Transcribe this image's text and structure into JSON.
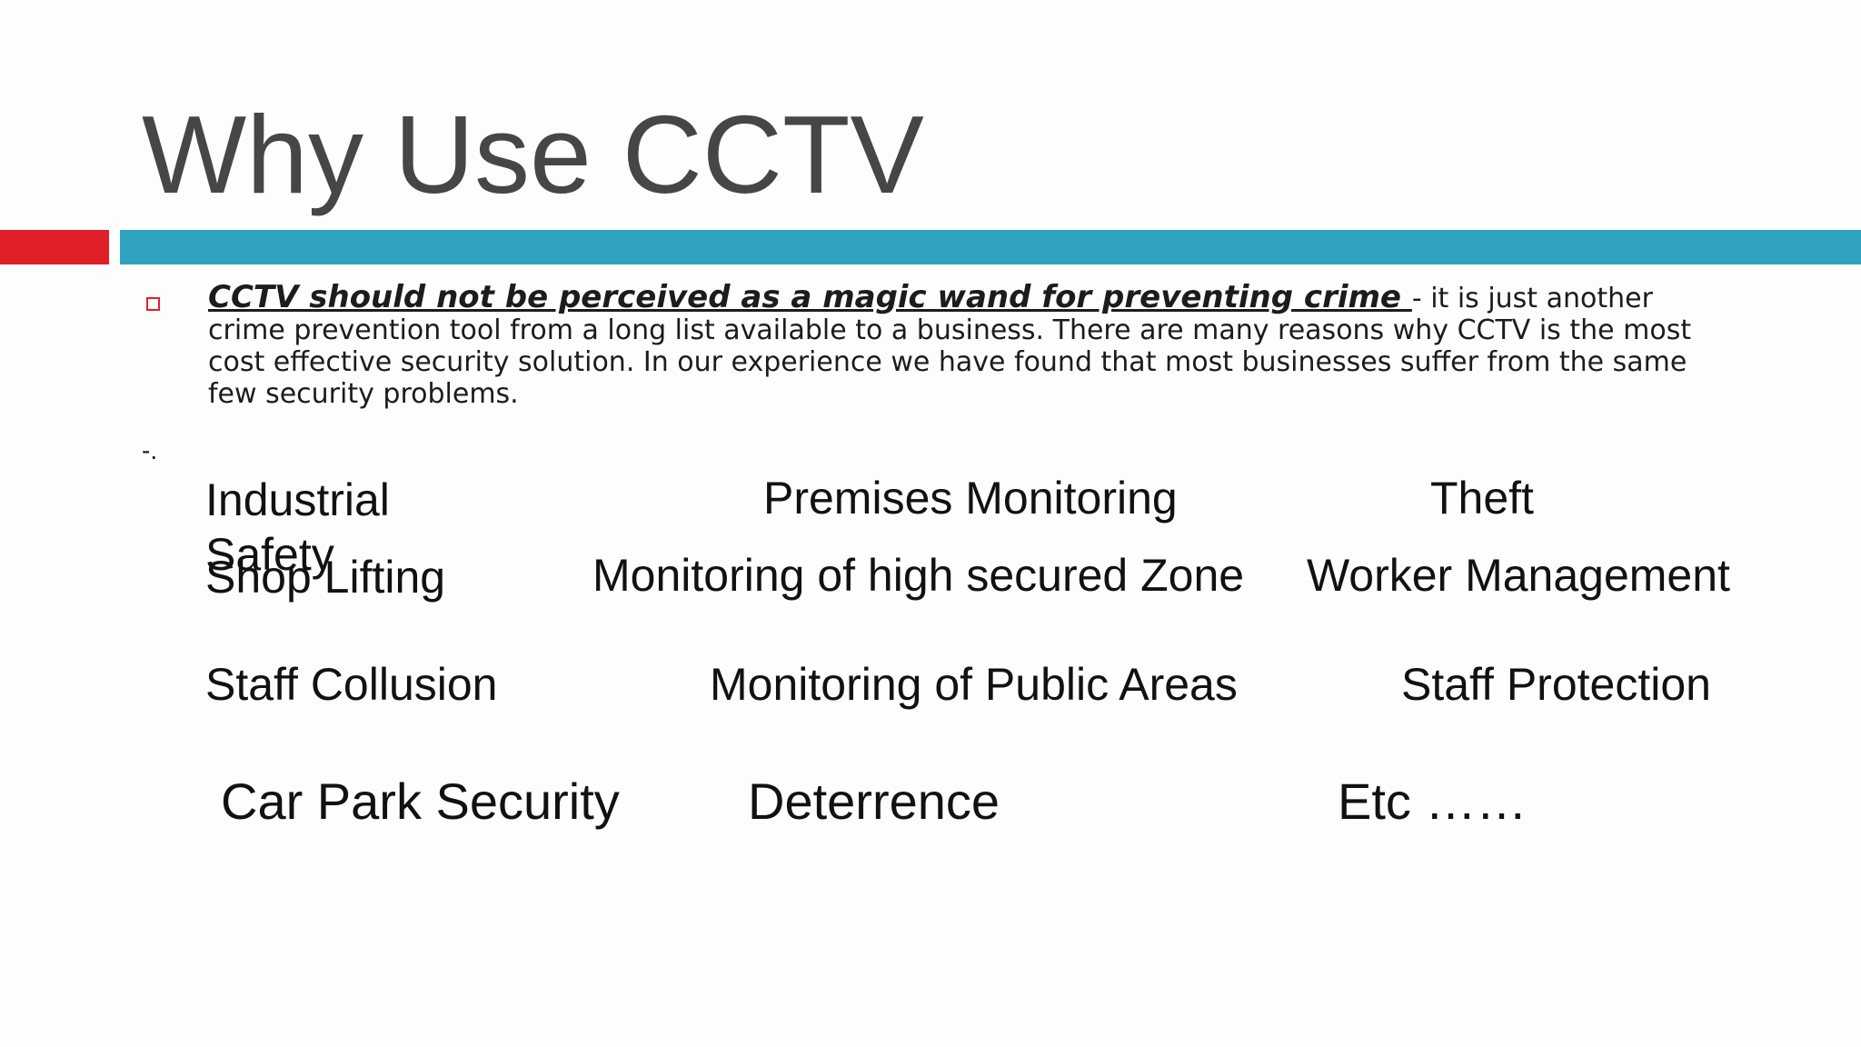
{
  "slide": {
    "title": "Why Use CCTV",
    "accent_colors": {
      "red": "#df2029",
      "teal": "#2fa2bf"
    },
    "bullet": {
      "lead": "CCTV should not be perceived as a magic wand for preventing crime ",
      "text": "- it is just another crime prevention tool from a long list available to a business. There are many reasons why CCTV is the most cost effective security solution. In our experience we have found that most businesses suffer from the same few security problems."
    },
    "dash_mark": "-.",
    "items": {
      "industrial_safety": "Industrial Safety",
      "premises_monitoring": "Premises Monitoring",
      "theft": "Theft",
      "shop_lifting": "Shop Lifting",
      "high_secured_zone": "Monitoring of high secured Zone",
      "worker_management": "Worker Management",
      "staff_collusion": "Staff Collusion",
      "public_areas": "Monitoring of Public Areas",
      "staff_protection": "Staff Protection",
      "car_park_security": "Car Park Security",
      "deterrence": "Deterrence",
      "etc": "Etc ……"
    }
  }
}
